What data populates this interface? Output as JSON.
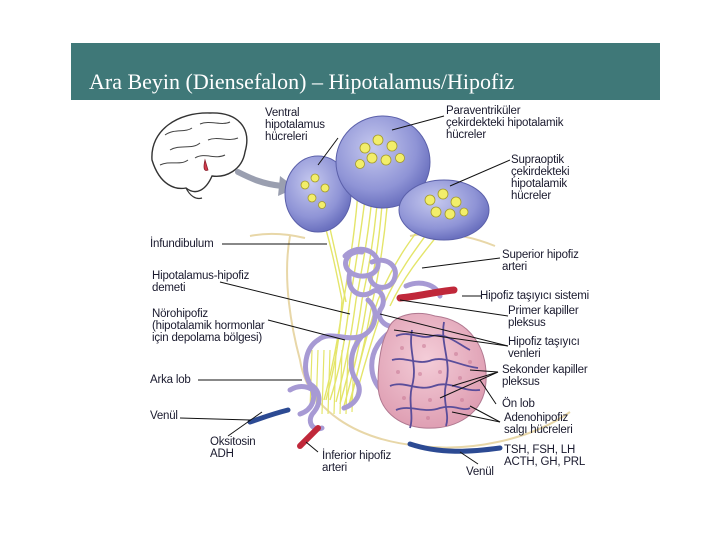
{
  "title": "Ara Beyin (Diensefalon) – Hipotalamus/Hipofiz",
  "labels": {
    "ventral": "Ventral\nhipotalamus\nhücreleri",
    "paraventrikuler": "Paraventriküler\nçekirdekteki hipotalamik\nhücreler",
    "supraoptik": "Supraoptik\nçekirdekteki\nhipotalamik\nhücreler",
    "infundibulum": "İnfundibulum",
    "superior_hipofiz": "Superior hipofiz\narteri",
    "hipotalamus_hipofiz": "Hipotalamus-hipofiz\ndemeti",
    "tasiyici_sistemi": "Hipofiz taşıyıcı sistemi",
    "primer": "Primer kapiller\npleksus",
    "norohipofiz": "Nörohipofiz\n(hipotalamik hormonlar\niçin depolama bölgesi)",
    "tasiyici_venleri": "Hipofiz taşıyıcı\nvenleri",
    "arka_lob": "Arka lob",
    "sekonder": "Sekonder kapiller\npleksus",
    "on_lob": "Ön lob",
    "adenohipofiz": "Adenohipofiz\nsalgı hücreleri",
    "venul_left": "Venül",
    "hormones_ant": "TSH, FSH, LH\nACTH, GH, PRL",
    "oksitosin": "Oksitosin\nADH",
    "inferior_hipofiz": "İnferior hipofiz\narteri",
    "venul_bottom": "Venül"
  },
  "colors": {
    "title_bar": "#3f7878",
    "nucleus_fill": "#8f94d6",
    "axon_yellow": "#e9ea78",
    "vessel_purple": "#a79ad4",
    "adeno_pink": "#ebb3c3",
    "artery_red": "#c0283a",
    "vein_blue": "#2c4a93"
  }
}
